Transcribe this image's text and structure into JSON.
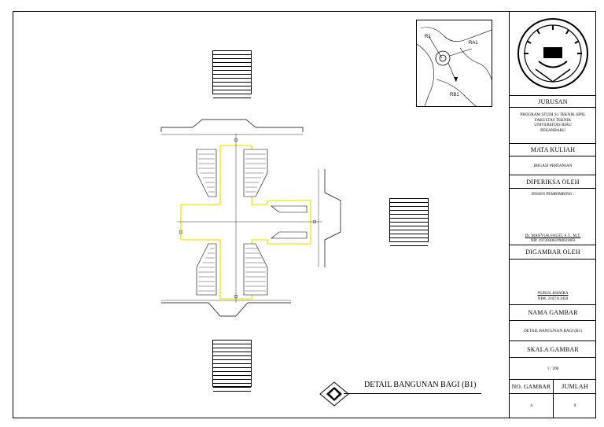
{
  "keymap": {
    "label_r1": "R1",
    "label_ra1": "RA1",
    "label_rb1": "RB1"
  },
  "titleblock": {
    "jurusan_header": "JURUSAN",
    "jurusan_lines": [
      "PROGRAM STUDI S1 TEKNIK SIPIL",
      "FAKULTAS TEKNIK",
      "UNIVERSITAS RIAU",
      "PEKANBARU"
    ],
    "mata_kuliah_header": "MATA KULIAH",
    "mata_kuliah_value": "IRIGASI PERTANIAN",
    "diperiksa_header": "DIPERIKSA OLEH",
    "dosen_label": "DOSEN PEMBIMBING :",
    "dosen_name": "Dr. MANYUK FAUZI, S.T., M.T.",
    "dosen_nip": "NIP. 197203061998031003",
    "digambar_header": "DIGAMBAR OLEH",
    "student_name": "NURUL KHAIRA",
    "student_nim": "NIM. 2107113450",
    "nama_gambar_header": "NAMA GAMBAR",
    "nama_gambar_value": "DETAIL BANGUNAN BAGI (B1)",
    "skala_header": "SKALA GAMBAR",
    "skala_value": "1 : 200",
    "no_gambar_header": "NO. GAMBAR",
    "jumlah_header": "JUMLAH",
    "no_gambar_value": "4",
    "jumlah_value": "9"
  },
  "drawing": {
    "title": "DETAIL BANGUNAN BAGI (B1)"
  },
  "colors": {
    "channel": "#f2e600",
    "line": "#000000"
  }
}
